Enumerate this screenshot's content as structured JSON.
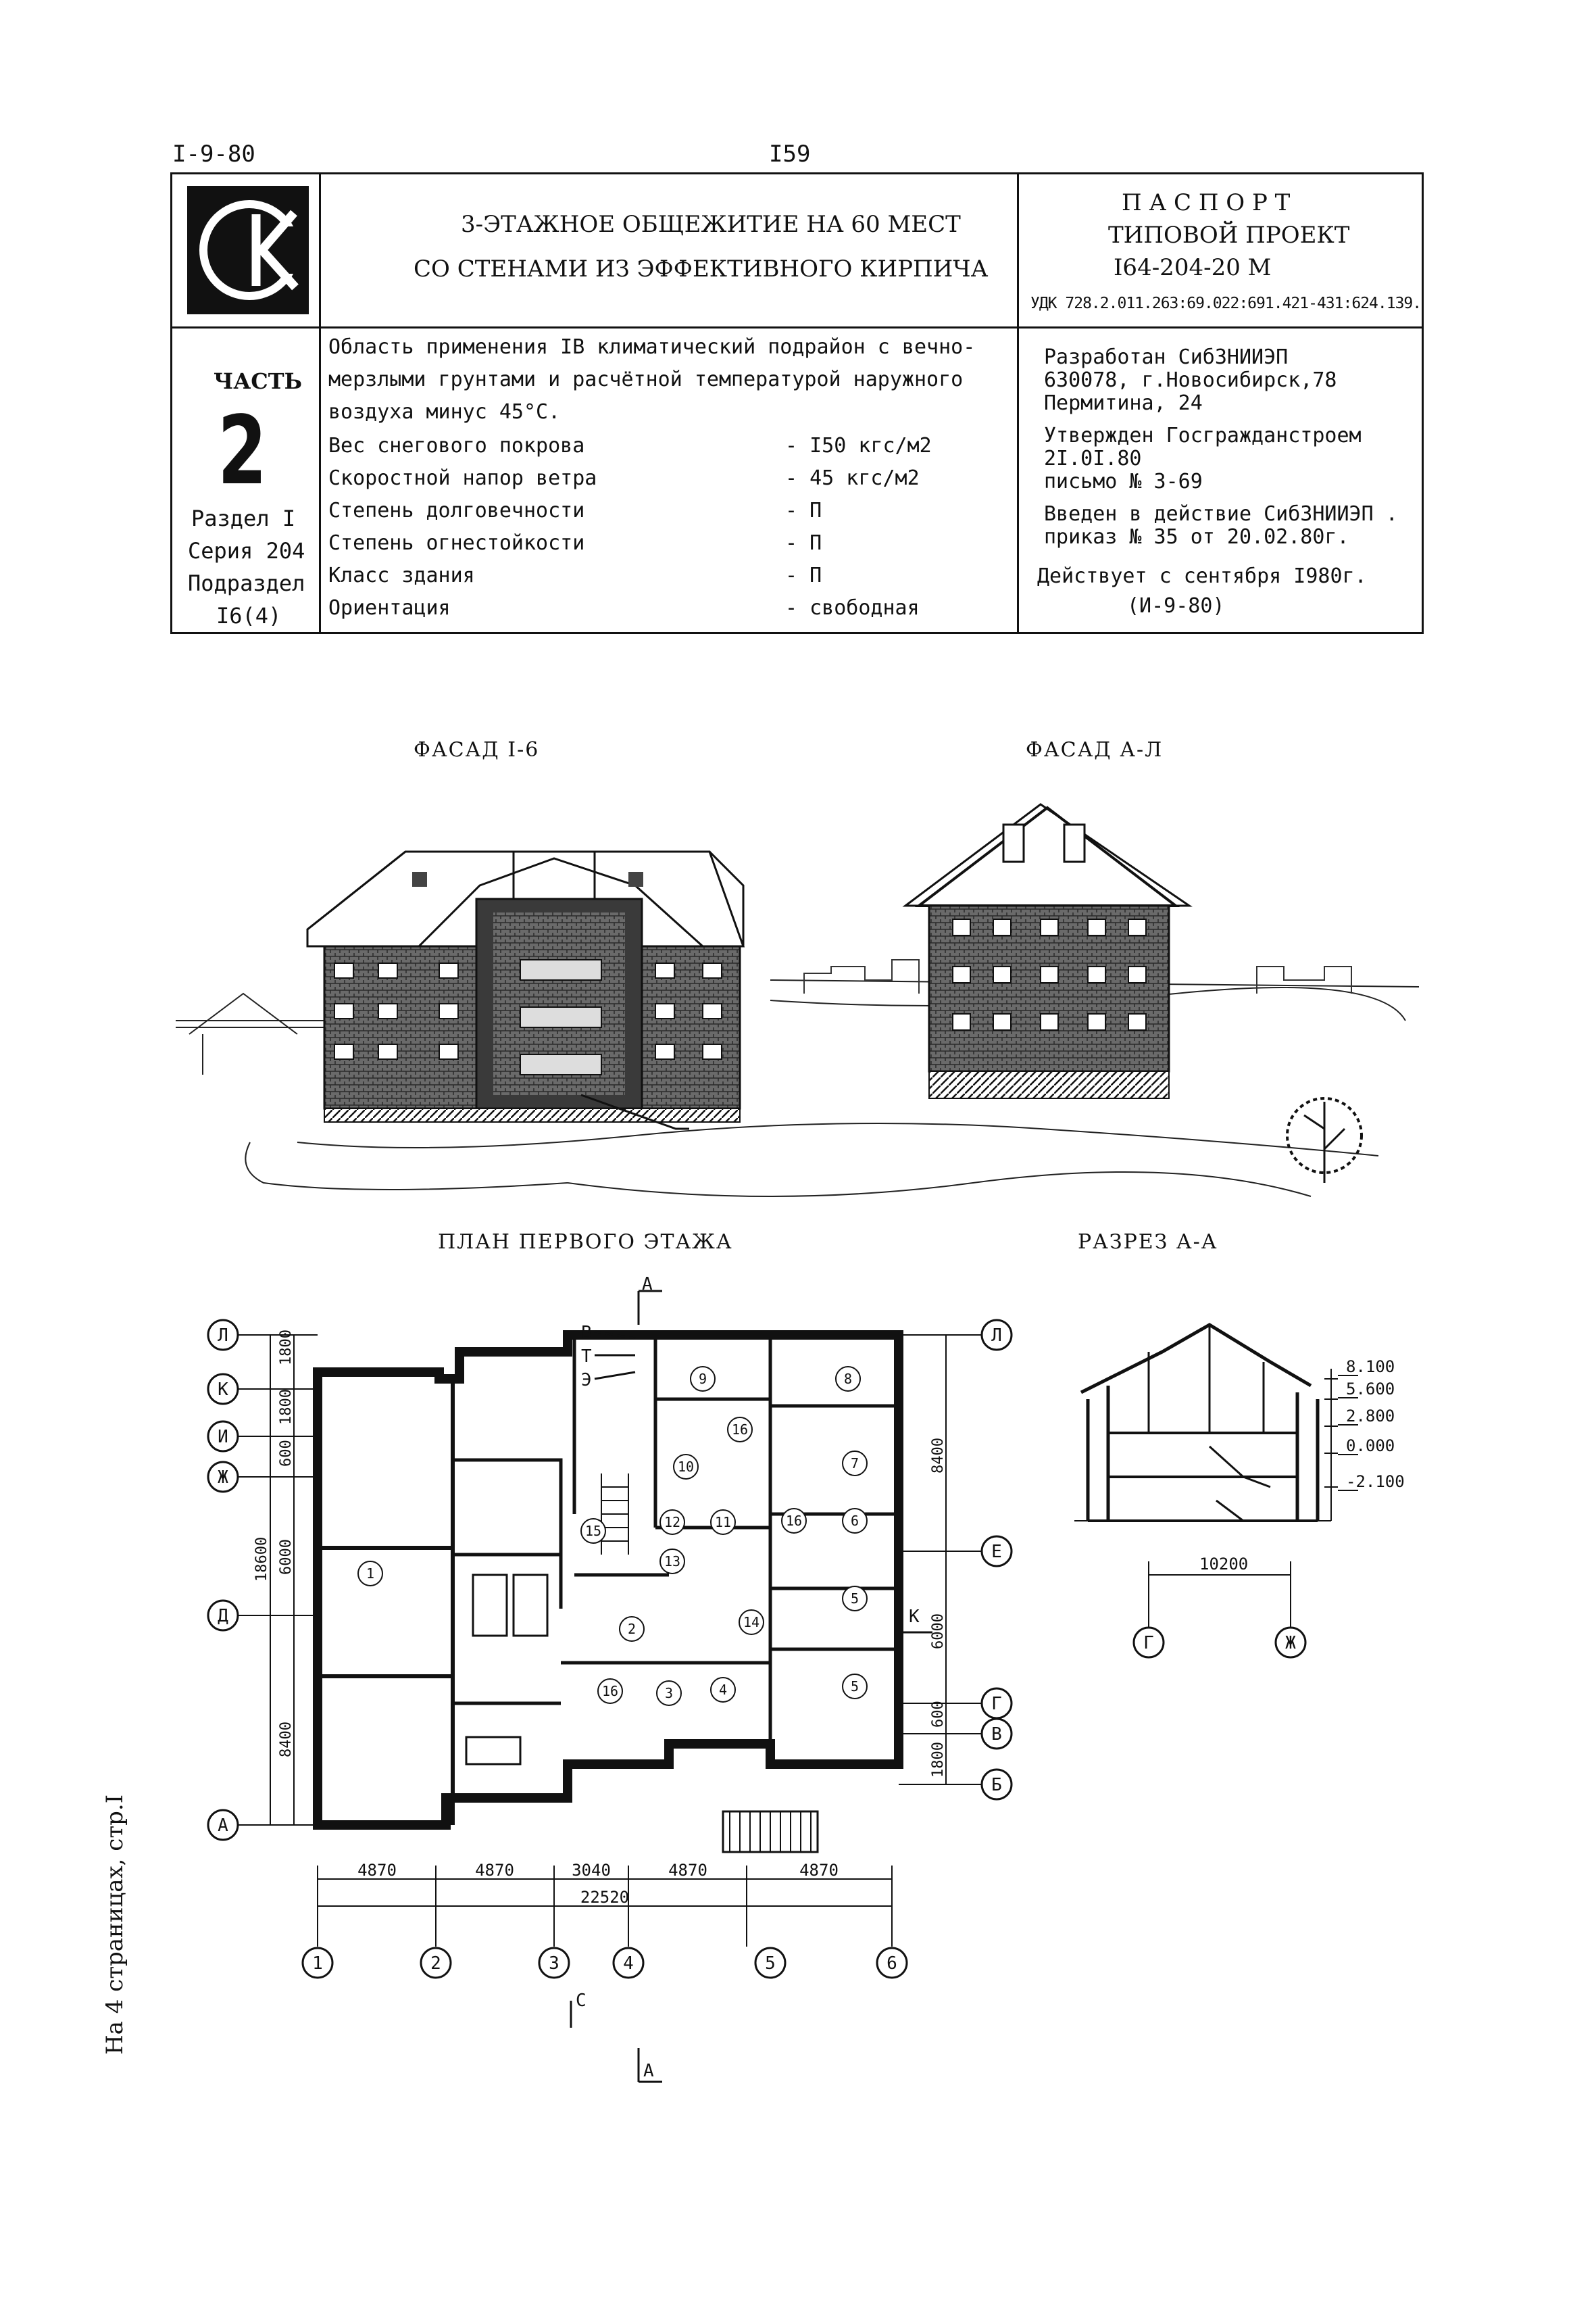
{
  "header": {
    "doc_code": "I-9-80",
    "page_number": "I59"
  },
  "title": {
    "line1": "3-ЭТАЖНОЕ ОБЩЕЖИТИЕ НА 60 МЕСТ",
    "line2": "СО  СТЕНАМИ  ИЗ  ЭФФЕКТИВНОГО  КИРПИЧА"
  },
  "passport": {
    "line1": "П А С П О Р Т",
    "line2": "ТИПОВОЙ  ПРОЕКТ",
    "line3": "I64-204-20 М",
    "udk": "УДК 728.2.011.263:69.022:691.421-431:624.139."
  },
  "part": {
    "label": "ЧАСТЬ",
    "number": "2",
    "section": "Раздел I",
    "series": "Серия 204",
    "subsection_label": "Подраздел",
    "subsection": "I6(4)"
  },
  "application": {
    "text_line1": "Область применения IB климатический подрайон с вечно-",
    "text_line2": "мерзлыми грунтами и расчётной температурой наружного",
    "text_line3": "воздуха минус 45°C.",
    "params": [
      {
        "name": "Вес снегового покрова",
        "value": "- I50 кгс/м2"
      },
      {
        "name": "Скоростной напор ветра",
        "value": "-   45 кгс/м2"
      },
      {
        "name": "Степень долговечности",
        "value": "-  П"
      },
      {
        "name": "Степень огнестойкости",
        "value": "-  П"
      },
      {
        "name": "Класс здания",
        "value": "-  П"
      },
      {
        "name": "Ориентация",
        "value": "- свободная"
      }
    ]
  },
  "developer": {
    "line1": "Разработан СибЗНИИЭП",
    "line2": "630078, г.Новосибирск,78",
    "line3": "Пермитина, 24",
    "approved1": "Утвержден Госгражданстроем",
    "approved2": "2I.0I.80",
    "approved3": "письмо № 3-69",
    "intro1": "Введен в действие СибЗНИИЭП .",
    "intro2": "приказ № 35 от 20.02.80г.",
    "valid1": "Действует с сентября I980г.",
    "valid2": "(И-9-80)"
  },
  "captions": {
    "facade1": "ФАСАД  I-6",
    "facade2": "ФАСАД  А-Л",
    "plan": "ПЛАН ПЕРВОГО ЭТАЖА",
    "section": "РАЗРЕЗ А-А"
  },
  "plan": {
    "axes_left": [
      "Л",
      "К",
      "И",
      "Ж",
      "Д",
      "А"
    ],
    "axes_right": [
      "Л",
      "Е",
      "Г",
      "В",
      "Б"
    ],
    "axes_bottom": [
      "1",
      "2",
      "3",
      "4",
      "5",
      "6"
    ],
    "dims_left": [
      "1800",
      "1800",
      "600",
      "6000",
      "18600",
      "8400"
    ],
    "dims_right": [
      "8400",
      "6000",
      "600",
      "1800"
    ],
    "dims_bottom": [
      "4870",
      "4870",
      "3040",
      "4870",
      "4870"
    ],
    "total_width": "22520",
    "rooms": [
      "1",
      "2",
      "3",
      "4",
      "5",
      "6",
      "7",
      "8",
      "9",
      "10",
      "11",
      "12",
      "13",
      "14",
      "15",
      "16"
    ],
    "section_mark": "А",
    "entry_marks": [
      "В",
      "Т",
      "Э"
    ],
    "mark_k": "К",
    "mark_c": "С"
  },
  "section": {
    "levels": [
      "8.100",
      "5.600",
      "2.800",
      "0.000",
      "-2.100"
    ],
    "width": "10200",
    "axes": [
      "Г",
      "Ж"
    ]
  },
  "side_note": "На 4 страницах, стр.I"
}
